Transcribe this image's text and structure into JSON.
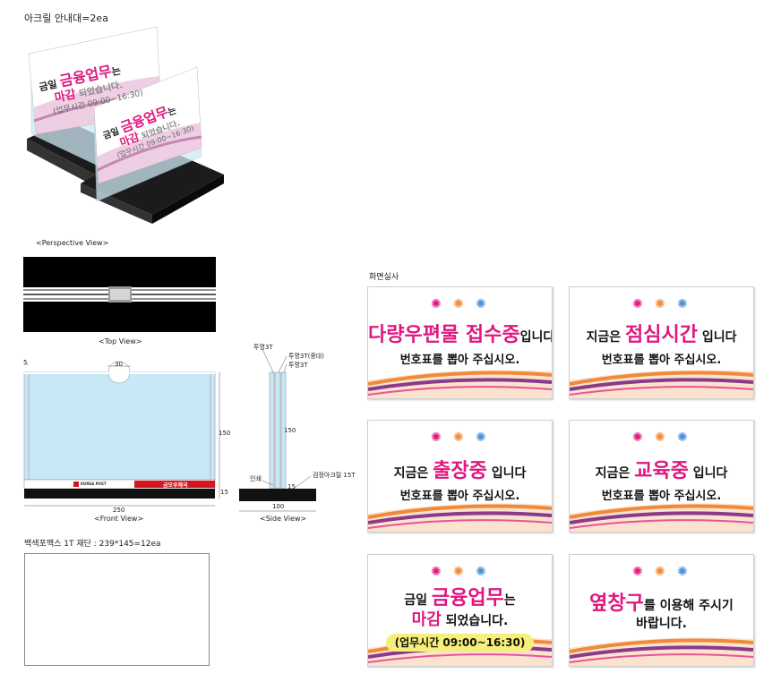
{
  "header": {
    "title": "아크릴 안내대=2ea"
  },
  "perspective": {
    "caption": "<Perspective View>",
    "sign_line1_prefix": "금일",
    "sign_line1_highlight": "금융업무",
    "sign_line1_suffix": "는",
    "sign_line2_highlight": "마감",
    "sign_line2_suffix": "되었습니다.",
    "sign_line3": "(업무시간 09:00~16:30)"
  },
  "top_view": {
    "caption": "<Top View>"
  },
  "front_view": {
    "caption": "<Front View>",
    "dim_top_left": "5",
    "dim_notch": "30",
    "dim_height": "150",
    "dim_base": "15",
    "dim_width": "250",
    "brand_text": "KOREA POST",
    "office_text": "금오우체국"
  },
  "side_view": {
    "caption": "<Side View>",
    "label_clear_top": "투명3T",
    "label_clear_mid": "투명3T(중대)",
    "label_clear_inner": "투명3T",
    "dim_height": "150",
    "label_print": "인쇄",
    "dim_base": "15",
    "label_base": "검정아크릴 15T",
    "dim_depth": "100"
  },
  "foam": {
    "title": "백색포맥스 1T 재단 : 239*145=12ea"
  },
  "screens": {
    "title": "화면실사",
    "cards": [
      {
        "line1_highlight": "다량우편물 접수중",
        "line1_suffix": "입니다",
        "line2": "번호표를 뽑아 주십시오."
      },
      {
        "line1_prefix": "지금은",
        "line1_highlight": "점심시간",
        "line1_suffix": "입니다",
        "line2": "번호표를 뽑아 주십시오."
      },
      {
        "line1_prefix": "지금은",
        "line1_highlight": "출장중",
        "line1_suffix": "입니다",
        "line2": "번호표를 뽑아 주십시오."
      },
      {
        "line1_prefix": "지금은",
        "line1_highlight": "교육중",
        "line1_suffix": "입니다",
        "line2": "번호표를 뽑아 주십시오."
      },
      {
        "line1_prefix": "금일",
        "line1_highlight": "금융업무",
        "line1_suffix": "는",
        "line2_highlight": "마감",
        "line2_suffix": "되었습니다.",
        "pill": "(업무시간 09:00~16:30)"
      },
      {
        "line1_highlight": "옆창구",
        "line1_suffix": "를 이용해 주시기",
        "line2": "바랍니다."
      }
    ]
  },
  "colors": {
    "magenta": "#e0177f",
    "orange": "#f08a3a",
    "purple": "#8a3a8a",
    "pill": "#f6f07a",
    "acrylic": "#c9e8f7",
    "base": "#111111"
  }
}
